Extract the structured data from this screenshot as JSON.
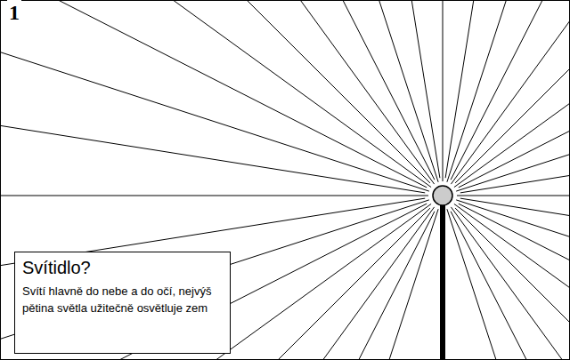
{
  "diagram": {
    "nodes": [
      {
        "text": [
          "Svítidlo?",
          "Svítí hlavně do nebe a do očí, nejvýš pětina světla užitečně osvětluje zem"
        ]
      }
    ],
    "labels": [
      "1"
    ]
  }
}
